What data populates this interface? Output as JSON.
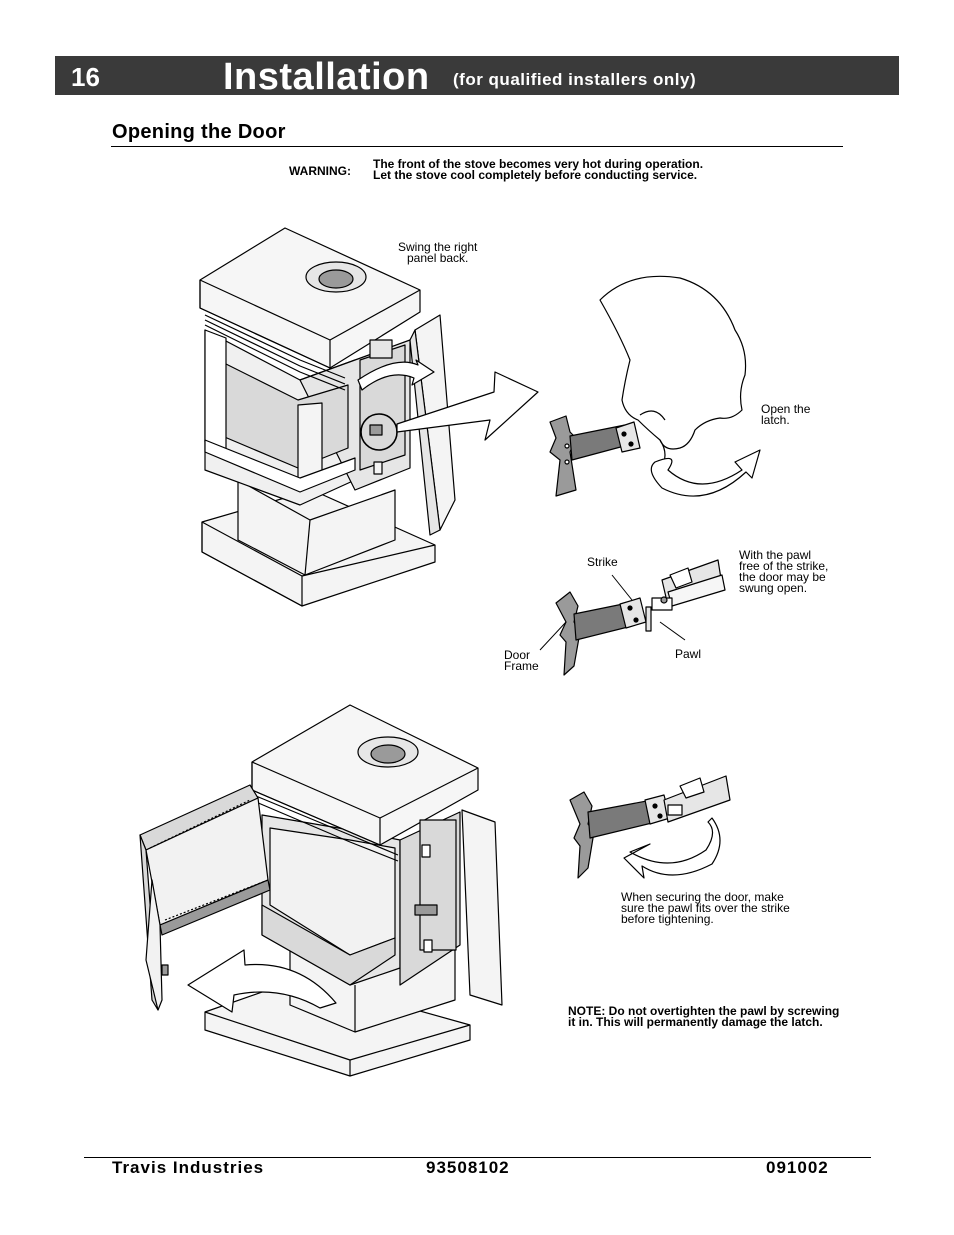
{
  "header": {
    "page_number": "16",
    "title": "Installation",
    "subtitle": "(for qualified installers only)"
  },
  "section": {
    "title": "Opening the Door"
  },
  "warning": {
    "label": "WARNING:",
    "line1": "The front of the stove becomes very hot during operation.",
    "line2": "Let the stove cool completely before conducting service."
  },
  "figure1": {
    "swing_line1": "Swing the right",
    "swing_line2": "panel back.",
    "open_line1": "Open the",
    "open_line2": "latch."
  },
  "figure2": {
    "strike": "Strike",
    "pawl_note_line1": "With the pawl",
    "pawl_note_line2": "free of the strike,",
    "pawl_note_line3": "the door may be",
    "pawl_note_line4": "swung open.",
    "door_frame_line1": "Door",
    "door_frame_line2": "Frame",
    "pawl": "Pawl"
  },
  "figure3": {
    "secure_line1": "When securing the door, make",
    "secure_line2": "sure the pawl fits over the strike",
    "secure_line3": "before tightening."
  },
  "note": {
    "line1": "NOTE: Do not overtighten the pawl by screwing",
    "line2": "it in.  This will permanently damage the latch."
  },
  "footer": {
    "company": "Travis  Industries",
    "part_number": "93508102",
    "date": "091002"
  },
  "colors": {
    "header_bg": "#3a3a3a",
    "panel_light": "#f2f2f2",
    "panel_mid": "#d9d9d9",
    "panel_dark": "#9a9a9a"
  }
}
